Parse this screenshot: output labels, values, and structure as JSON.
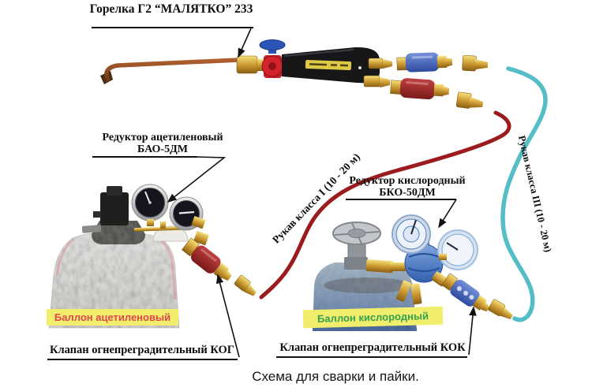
{
  "labels": {
    "torch": "Горелка Г2 “МАЛЯТКО” 233",
    "acetylene_reducer": {
      "line1": "Редуктор ацетиленовый",
      "line2": "БАО-5ДМ"
    },
    "oxygen_reducer": {
      "line1": "Редуктор кислородный",
      "line2": "БКО-50ДМ"
    },
    "acetylene_hose": "Рукав класса I (10 - 20 м)",
    "oxygen_hose": "Рукав класса III (10 - 20 м)",
    "acetylene_cylinder": "Баллон ацетиленовый",
    "oxygen_cylinder": "Баллон кислородный",
    "acetylene_valve": "Клапан огнепреградительный КОГ",
    "oxygen_valve": "Клапан огнепреградительный КОК",
    "caption": "Схема для сварки и пайки."
  },
  "colors": {
    "acetylene_hose": "#9b1c1e",
    "oxygen_hose": "#55bdc6",
    "highlight_yellow": "#f1ee6e",
    "acetylene_tag_text": "#e0474e",
    "oxygen_tag_text": "#33a04d",
    "leader_line": "#111111"
  }
}
